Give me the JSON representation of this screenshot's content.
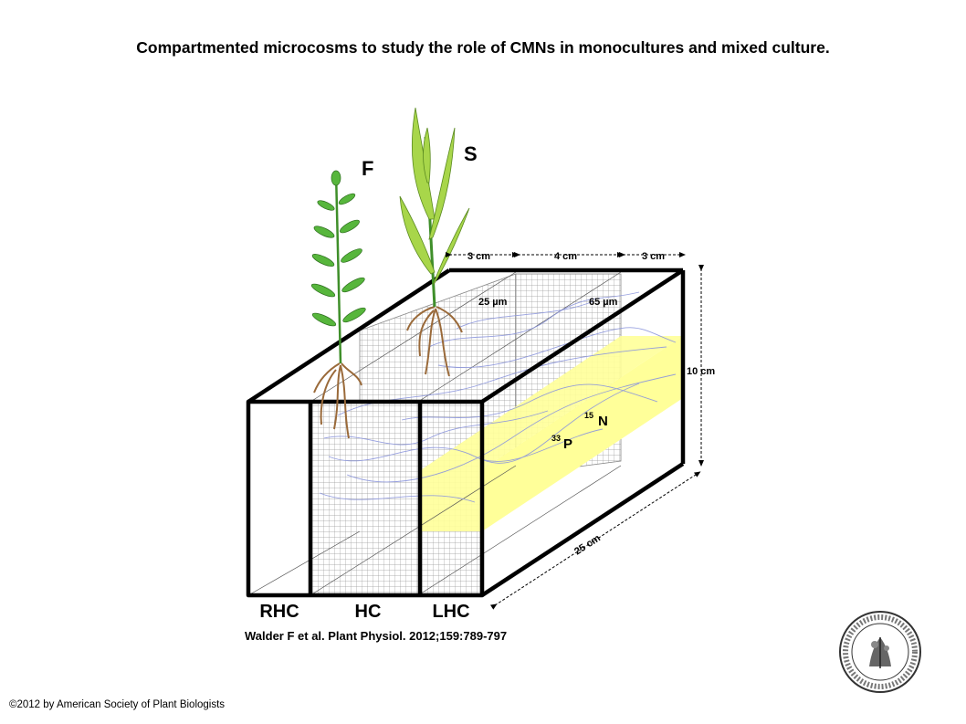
{
  "title": "Compartmented microcosms to study the role of CMNs in monocultures and mixed culture.",
  "plants": {
    "left": "F",
    "right": "S"
  },
  "dimensions": {
    "top_left": "3 cm",
    "top_mid": "4 cm",
    "top_right": "3 cm",
    "height": "10 cm",
    "length": "25 cm"
  },
  "mesh": {
    "fine": "25 µm",
    "coarse": "65 µm"
  },
  "isotopes": {
    "n_mass": "15",
    "n_symbol": "N",
    "p_mass": "33",
    "p_symbol": "P"
  },
  "compartments": [
    "RHC",
    "HC",
    "LHC"
  ],
  "citation": "Walder F et al. Plant Physiol. 2012;159:789-797",
  "copyright": "©2012 by American Society of Plant Biologists",
  "colors": {
    "label_zone": "#ffff99",
    "hyphae": "#8c96dc",
    "root": "#9a6a3a",
    "leaf": "#57b63c"
  }
}
